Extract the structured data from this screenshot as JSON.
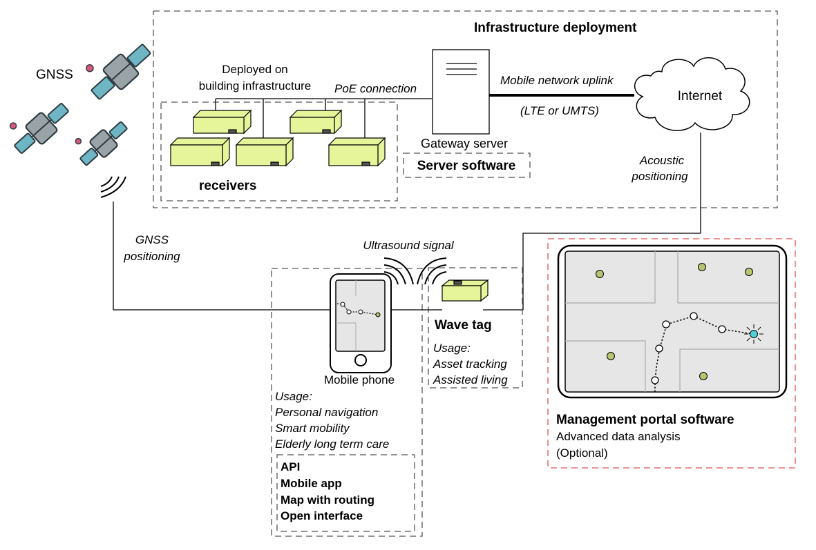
{
  "infrastructure": {
    "title": "Infrastructure deployment",
    "deployed_note": [
      "Deployed on",
      "building infrastructure"
    ],
    "poe": "PoE connection",
    "receivers_label": "receivers"
  },
  "gnss": {
    "label": "GNSS",
    "positioning": [
      "GNSS",
      "positioning"
    ]
  },
  "gateway": {
    "label": "Gateway server",
    "software": "Server software"
  },
  "uplink": {
    "label": "Mobile network uplink",
    "tech": "(LTE or UMTS)"
  },
  "internet": {
    "label": "Internet",
    "acoustic": [
      "Acoustic",
      "positioning"
    ]
  },
  "ultrasound": {
    "label": "Ultrasound signal"
  },
  "phone": {
    "label": "Mobile phone",
    "usage": [
      "Usage:",
      "Personal navigation",
      "Smart mobility",
      "Elderly long term care"
    ],
    "features": [
      "API",
      "Mobile app",
      "Map with routing",
      "Open interface"
    ]
  },
  "tag": {
    "label": "Wave tag",
    "usage": [
      "Usage:",
      "Asset tracking",
      "Assisted living"
    ]
  },
  "portal": {
    "title": "Management portal software",
    "lines": [
      "Advanced data analysis",
      "(Optional)"
    ]
  },
  "colors": {
    "receiver_fill": "#e6f59a",
    "anchor_dot": "#b5c470",
    "tag_dot": "#4fd0d8",
    "portal_border": "#e05050",
    "satellite_body": "#9aa3a8",
    "satellite_panel": "#6fb6c4",
    "satellite_accent": "#d8567a"
  }
}
